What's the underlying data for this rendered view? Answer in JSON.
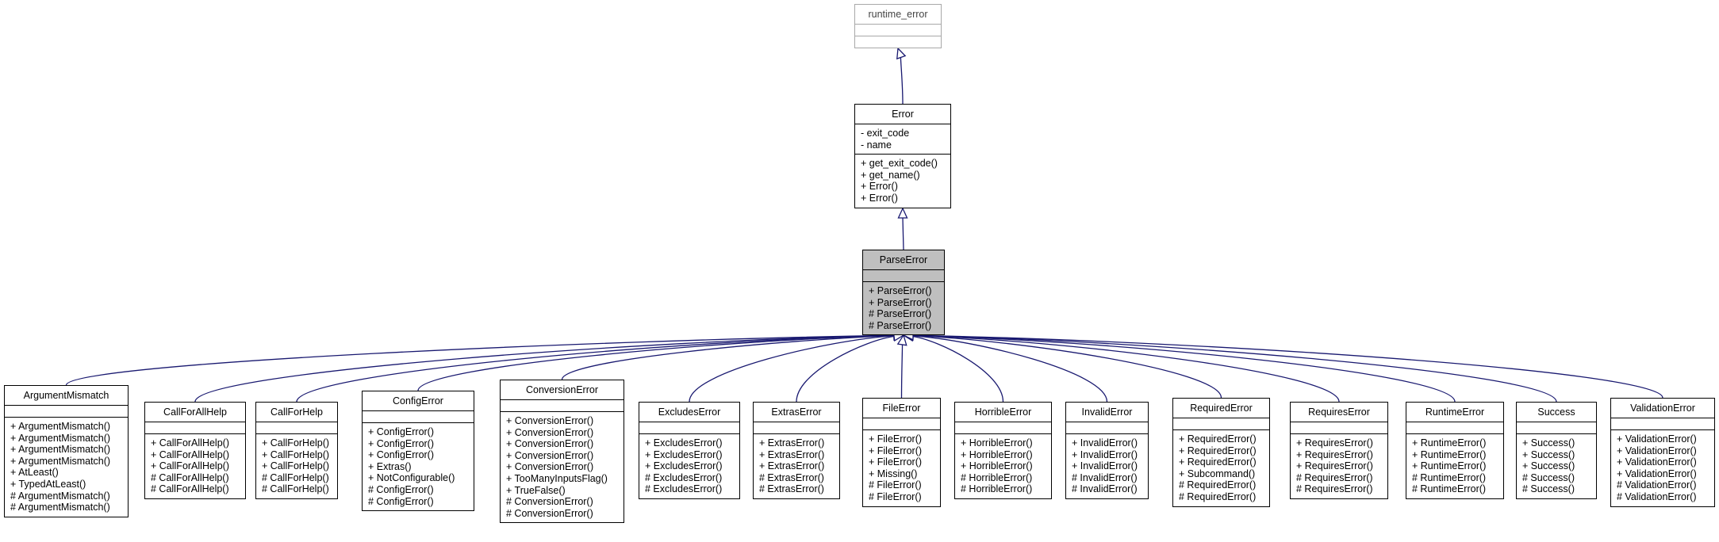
{
  "classes": {
    "runtime_error": {
      "name": "runtime_error",
      "attrs": [],
      "methods": []
    },
    "error": {
      "name": "Error",
      "attrs": [
        "- exit_code",
        "- name"
      ],
      "methods": [
        "+ get_exit_code()",
        "+ get_name()",
        "+ Error()",
        "+ Error()"
      ]
    },
    "parse_error": {
      "name": "ParseError",
      "attrs": [],
      "methods": [
        "+ ParseError()",
        "+ ParseError()",
        "# ParseError()",
        "# ParseError()"
      ]
    },
    "argument_mismatch": {
      "name": "ArgumentMismatch",
      "attrs": [],
      "methods": [
        "+ ArgumentMismatch()",
        "+ ArgumentMismatch()",
        "+ ArgumentMismatch()",
        "+ ArgumentMismatch()",
        "+ AtLeast()",
        "+ TypedAtLeast()",
        "# ArgumentMismatch()",
        "# ArgumentMismatch()"
      ]
    },
    "call_for_all_help": {
      "name": "CallForAllHelp",
      "attrs": [],
      "methods": [
        "+ CallForAllHelp()",
        "+ CallForAllHelp()",
        "+ CallForAllHelp()",
        "# CallForAllHelp()",
        "# CallForAllHelp()"
      ]
    },
    "call_for_help": {
      "name": "CallForHelp",
      "attrs": [],
      "methods": [
        "+ CallForHelp()",
        "+ CallForHelp()",
        "+ CallForHelp()",
        "# CallForHelp()",
        "# CallForHelp()"
      ]
    },
    "config_error": {
      "name": "ConfigError",
      "attrs": [],
      "methods": [
        "+ ConfigError()",
        "+ ConfigError()",
        "+ ConfigError()",
        "+ Extras()",
        "+ NotConfigurable()",
        "# ConfigError()",
        "# ConfigError()"
      ]
    },
    "conversion_error": {
      "name": "ConversionError",
      "attrs": [],
      "methods": [
        "+ ConversionError()",
        "+ ConversionError()",
        "+ ConversionError()",
        "+ ConversionError()",
        "+ ConversionError()",
        "+ TooManyInputsFlag()",
        "+ TrueFalse()",
        "# ConversionError()",
        "# ConversionError()"
      ]
    },
    "excludes_error": {
      "name": "ExcludesError",
      "attrs": [],
      "methods": [
        "+ ExcludesError()",
        "+ ExcludesError()",
        "+ ExcludesError()",
        "# ExcludesError()",
        "# ExcludesError()"
      ]
    },
    "extras_error": {
      "name": "ExtrasError",
      "attrs": [],
      "methods": [
        "+ ExtrasError()",
        "+ ExtrasError()",
        "+ ExtrasError()",
        "# ExtrasError()",
        "# ExtrasError()"
      ]
    },
    "file_error": {
      "name": "FileError",
      "attrs": [],
      "methods": [
        "+ FileError()",
        "+ FileError()",
        "+ FileError()",
        "+ Missing()",
        "# FileError()",
        "# FileError()"
      ]
    },
    "horrible_error": {
      "name": "HorribleError",
      "attrs": [],
      "methods": [
        "+ HorribleError()",
        "+ HorribleError()",
        "+ HorribleError()",
        "# HorribleError()",
        "# HorribleError()"
      ]
    },
    "invalid_error": {
      "name": "InvalidError",
      "attrs": [],
      "methods": [
        "+ InvalidError()",
        "+ InvalidError()",
        "+ InvalidError()",
        "# InvalidError()",
        "# InvalidError()"
      ]
    },
    "required_error": {
      "name": "RequiredError",
      "attrs": [],
      "methods": [
        "+ RequiredError()",
        "+ RequiredError()",
        "+ RequiredError()",
        "+ Subcommand()",
        "# RequiredError()",
        "# RequiredError()"
      ]
    },
    "requires_error": {
      "name": "RequiresError",
      "attrs": [],
      "methods": [
        "+ RequiresError()",
        "+ RequiresError()",
        "+ RequiresError()",
        "# RequiresError()",
        "# RequiresError()"
      ]
    },
    "runtime_error_cls": {
      "name": "RuntimeError",
      "attrs": [],
      "methods": [
        "+ RuntimeError()",
        "+ RuntimeError()",
        "+ RuntimeError()",
        "# RuntimeError()",
        "# RuntimeError()"
      ]
    },
    "success": {
      "name": "Success",
      "attrs": [],
      "methods": [
        "+ Success()",
        "+ Success()",
        "+ Success()",
        "# Success()",
        "# Success()"
      ]
    },
    "validation_error": {
      "name": "ValidationError",
      "attrs": [],
      "methods": [
        "+ ValidationError()",
        "+ ValidationError()",
        "+ ValidationError()",
        "+ ValidationError()",
        "# ValidationError()",
        "# ValidationError()"
      ]
    }
  },
  "inheritance": [
    [
      "error",
      "runtime_error"
    ],
    [
      "parse_error",
      "error"
    ],
    [
      "argument_mismatch",
      "parse_error"
    ],
    [
      "call_for_all_help",
      "parse_error"
    ],
    [
      "call_for_help",
      "parse_error"
    ],
    [
      "config_error",
      "parse_error"
    ],
    [
      "conversion_error",
      "parse_error"
    ],
    [
      "excludes_error",
      "parse_error"
    ],
    [
      "extras_error",
      "parse_error"
    ],
    [
      "file_error",
      "parse_error"
    ],
    [
      "horrible_error",
      "parse_error"
    ],
    [
      "invalid_error",
      "parse_error"
    ],
    [
      "required_error",
      "parse_error"
    ],
    [
      "requires_error",
      "parse_error"
    ],
    [
      "runtime_error_cls",
      "parse_error"
    ],
    [
      "success",
      "parse_error"
    ],
    [
      "validation_error",
      "parse_error"
    ]
  ],
  "colors": {
    "edge": "#191970",
    "focus_fill": "#bfbfbf",
    "ghost_border": "#a8a8a8"
  }
}
